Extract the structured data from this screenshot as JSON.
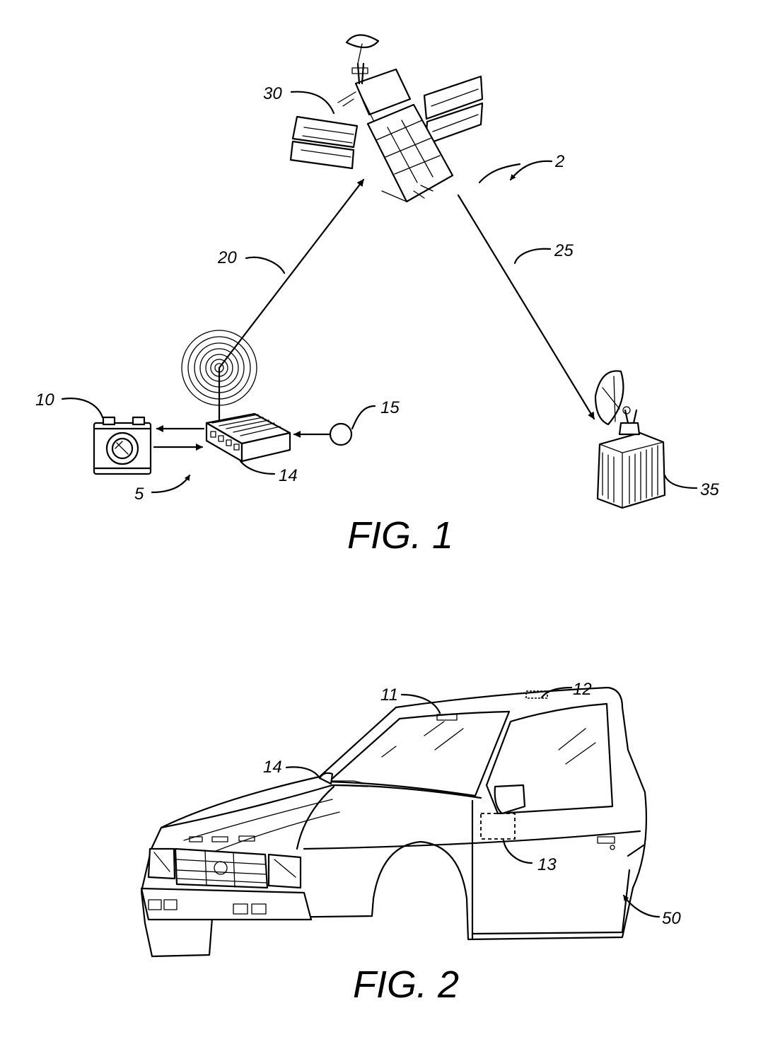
{
  "figures": [
    {
      "caption": "FIG. 1",
      "labels": {
        "system": "2",
        "local_unit": "5",
        "camera": "10",
        "transceiver": "14",
        "sensor": "15",
        "uplink": "20",
        "downlink": "25",
        "satellite": "30",
        "ground_station": "35"
      }
    },
    {
      "caption": "FIG. 2",
      "labels": {
        "windshield_camera": "11",
        "roof_antenna": "12",
        "door_module": "13",
        "hood_unit": "14",
        "vehicle": "50"
      }
    }
  ],
  "icons": {
    "satellite": "satellite-icon",
    "ground_station": "ground-station-dish-icon",
    "camera": "camera-icon",
    "transceiver": "transceiver-box-icon",
    "sensor": "sensor-circle-icon",
    "radio_waves": "radio-waves-icon",
    "vehicle": "vehicle-icon"
  }
}
